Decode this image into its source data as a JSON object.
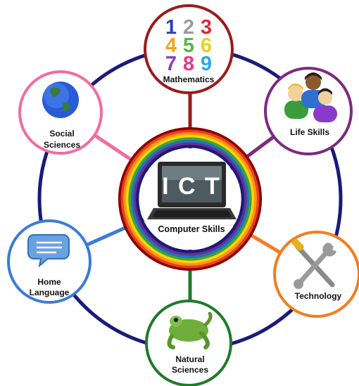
{
  "diagram": {
    "center": {
      "screen_text": "I C T",
      "label": "Computer Skills",
      "ring_colors": [
        "#8B0000",
        "#E8401C",
        "#F7941D",
        "#FFD400",
        "#3FA535",
        "#1E73BE",
        "#6A2C91",
        "#1A1A7A"
      ]
    },
    "outer_ring_color": "#1A1A7A",
    "nodes": [
      {
        "id": "mathematics",
        "label_lines": [
          "Mathematics"
        ],
        "color": "#9B1B1B",
        "icon": "numbers-icon"
      },
      {
        "id": "life-skills",
        "label_lines": [
          "Life Skills"
        ],
        "color": "#7B2A7F",
        "icon": "people-icon"
      },
      {
        "id": "technology",
        "label_lines": [
          "Technology"
        ],
        "color": "#F57C1F",
        "icon": "tools-icon"
      },
      {
        "id": "natural-sciences",
        "label_lines": [
          "Natural",
          "Sciences"
        ],
        "color": "#1E7B2A",
        "icon": "frog-icon"
      },
      {
        "id": "home-language",
        "label_lines": [
          "Home",
          "Language"
        ],
        "color": "#3A7BDC",
        "icon": "speech-bubble-icon"
      },
      {
        "id": "social-sciences",
        "label_lines": [
          "Social",
          "Sciences"
        ],
        "color": "#F26B9F",
        "icon": "globe-icon"
      }
    ],
    "math_digits": [
      {
        "d": "1",
        "color": "#2E3FB8"
      },
      {
        "d": "2",
        "color": "#9C9C9C"
      },
      {
        "d": "3",
        "color": "#E0263A"
      },
      {
        "d": "4",
        "color": "#F2A51D"
      },
      {
        "d": "5",
        "color": "#55B848"
      },
      {
        "d": "6",
        "color": "#E8D21B"
      },
      {
        "d": "7",
        "color": "#8E3FB0"
      },
      {
        "d": "8",
        "color": "#E8388A"
      },
      {
        "d": "9",
        "color": "#2FA8E0"
      }
    ]
  }
}
